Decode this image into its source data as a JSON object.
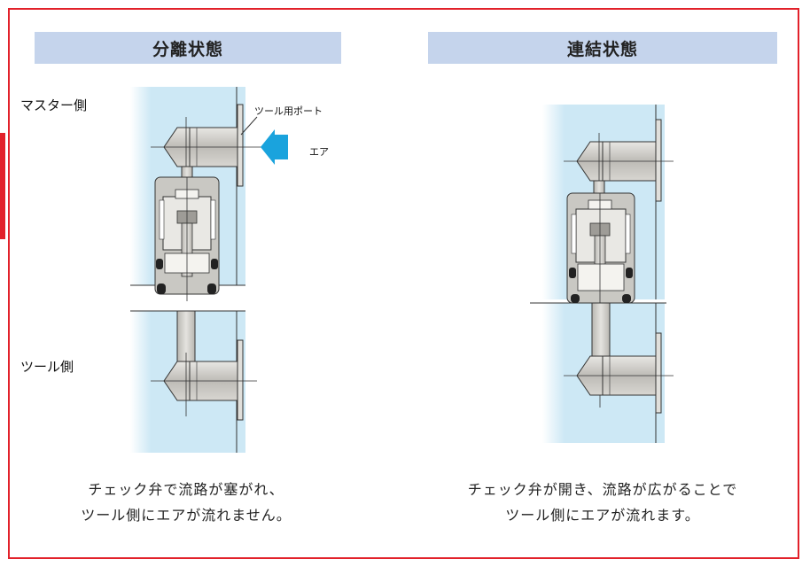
{
  "headers": {
    "separated": "分離状態",
    "connected": "連結状態"
  },
  "labels": {
    "master_side": "マスター側",
    "tool_side": "ツール側",
    "tool_port": "ツール用ポート",
    "air": "エア"
  },
  "captions": {
    "separated_line1": "チェック弁で流路が塞がれ、",
    "separated_line2": "ツール側にエアが流れません。",
    "connected_line1": "チェック弁が開き、流路が広がることで",
    "connected_line2": "ツール側にエアが流れます。"
  },
  "colors": {
    "frame": "#e2212a",
    "header_bg": "#c5d4ec",
    "plate": "#cde8f5",
    "metal": "#c7c5c0",
    "arrow": "#1aa3dd"
  }
}
